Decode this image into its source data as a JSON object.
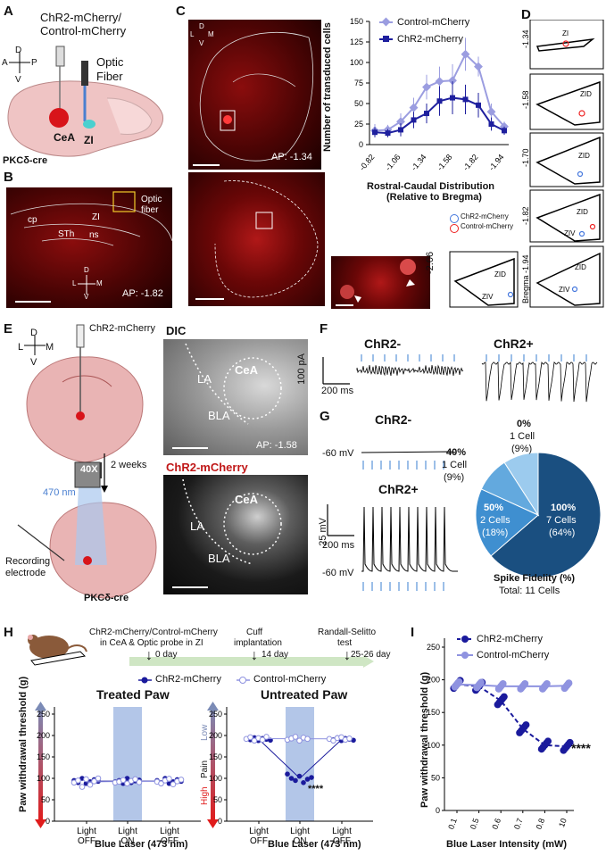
{
  "panels": {
    "A": "A",
    "B": "B",
    "C": "C",
    "D": "D",
    "E": "E",
    "F": "F",
    "G": "G",
    "H": "H",
    "I": "I"
  },
  "panelA": {
    "title1": "ChR2-mCherry/",
    "title2": "Control-mCherry",
    "optic1": "Optic",
    "optic2": "Fiber",
    "cea": "CeA",
    "zi": "ZI",
    "mouse": "PKCδ-cre",
    "compass": {
      "up": "D",
      "down": "V",
      "left": "A",
      "right": "P"
    }
  },
  "panelB": {
    "labels": {
      "cp": "cp",
      "zi": "ZI",
      "stn": "STh",
      "ns": "ns"
    },
    "optic1": "Optic",
    "optic2": "fiber",
    "ap": "AP: -1.82",
    "compass": {
      "up": "D",
      "down": "V",
      "left": "L",
      "right": "M"
    }
  },
  "panelC": {
    "ap": "AP: -1.34",
    "compass": {
      "up": "D",
      "down": "V",
      "left": "L",
      "right": "M"
    },
    "d_legend_chr2": "ChR2-mCherry",
    "d_legend_ctrl": "Control-mCherry"
  },
  "chart_data": [
    {
      "type": "line",
      "ylabel": "Number of transduced cells",
      "xlabel1": "Rostral-Caudal Distribution",
      "xlabel2": "(Relative to Bregma)",
      "xticks": [
        "-0.82",
        "-1.06",
        "-1.34",
        "-1.58",
        "-1.82",
        "-1.94"
      ],
      "yticks": [
        "0",
        "25",
        "50",
        "75",
        "100",
        "125",
        "150"
      ],
      "ylim": [
        0,
        150
      ],
      "x": [
        1,
        2,
        3,
        4,
        5,
        6,
        7,
        8,
        9,
        10,
        11
      ],
      "series": [
        {
          "name": "Control-mCherry",
          "values": [
            17,
            18,
            28,
            45,
            70,
            77,
            78,
            110,
            95,
            40,
            22
          ],
          "err": [
            8,
            6,
            10,
            12,
            15,
            18,
            20,
            20,
            12,
            10,
            6
          ],
          "color": "#9b9de0"
        },
        {
          "name": "ChR2-mCherry",
          "values": [
            15,
            14,
            18,
            30,
            38,
            53,
            57,
            55,
            48,
            25,
            17
          ],
          "err": [
            6,
            5,
            8,
            10,
            12,
            18,
            20,
            18,
            15,
            8,
            5
          ],
          "color": "#1e1f9e"
        }
      ]
    },
    {
      "type": "scatter",
      "title": "Treated Paw",
      "ylabel": "Paw withdrawal threshold (g)",
      "xlabel": "Blue Laser (473 nm)",
      "categories": [
        "Light OFF",
        "Light ON",
        "Light OFF"
      ],
      "yticks": [
        "0",
        "50",
        "100",
        "150",
        "200",
        "250"
      ],
      "ylim": [
        0,
        250
      ],
      "series": [
        {
          "name": "ChR2-mCherry",
          "values": [
            [
              95,
              90,
              100,
              88,
              92,
              97,
              93
            ],
            [
              92,
              95,
              88,
              100,
              90,
              94,
              96
            ],
            [
              95,
              90,
              100,
              88,
              92,
              97,
              93
            ]
          ]
        },
        {
          "name": "Control-mCherry",
          "values": [
            [
              90,
              95,
              80,
              98,
              85,
              93,
              100
            ],
            [
              90,
              92,
              96,
              88,
              94,
              98,
              91
            ],
            [
              92,
              88,
              95,
              99,
              86,
              93,
              97
            ]
          ]
        }
      ]
    },
    {
      "type": "scatter",
      "title": "Untreated Paw",
      "ylabel": "Paw withdrawal threshold (g)",
      "xlabel": "Blue Laser (473 nm)",
      "categories": [
        "Light OFF",
        "Light ON",
        "Light OFF"
      ],
      "yticks": [
        "0",
        "50",
        "100",
        "150",
        "200",
        "250"
      ],
      "ylim": [
        0,
        250
      ],
      "pain_low": "Low",
      "pain_mid": "Pain",
      "pain_high": "High",
      "stars": "****",
      "series": [
        {
          "name": "ChR2-mCherry",
          "values": [
            [
              192,
              190,
              195,
              188,
              193,
              191,
              189
            ],
            [
              110,
              100,
              95,
              105,
              90,
              98,
              102
            ],
            [
              192,
              190,
              195,
              188,
              193,
              191,
              189
            ]
          ]
        },
        {
          "name": "Control-mCherry",
          "values": [
            [
              192,
              196,
              188,
              194,
              190,
              197
            ],
            [
              190,
              193,
              197,
              188,
              195,
              192
            ],
            [
              192,
              188,
              194,
              196,
              190,
              193
            ]
          ]
        }
      ]
    },
    {
      "type": "line",
      "ylabel": "Paw withdrawal threshold (g)",
      "xlabel": "Blue Laser Intensity (mW)",
      "categories": [
        "0.1",
        "0.5",
        "0.6",
        "0.7",
        "0.8",
        "10"
      ],
      "yticks": [
        "0",
        "50",
        "100",
        "150",
        "200",
        "250"
      ],
      "ylim": [
        0,
        250
      ],
      "stars": "****",
      "series": [
        {
          "name": "ChR2-mCherry",
          "values": [
            193,
            190,
            168,
            125,
            100,
            98
          ],
          "style": "dashed",
          "color": "#1a1a9c"
        },
        {
          "name": "Control-mCherry",
          "values": [
            193,
            192,
            190,
            190,
            190,
            191
          ],
          "style": "solid",
          "color": "#8f93e0"
        }
      ]
    },
    {
      "type": "pie",
      "title": "Spike Fidelity (%)",
      "subtitle": "Total: 11 Cells",
      "slices": [
        {
          "label": "100%",
          "sub": "7 Cells",
          "pct": "(64%)",
          "value": 7,
          "color": "#1a4f80"
        },
        {
          "label": "50%",
          "sub": "2 Cells",
          "pct": "(18%)",
          "value": 2,
          "color": "#3f8fd0"
        },
        {
          "label": "40%",
          "sub": "1 Cell",
          "pct": "(9%)",
          "value": 1,
          "color": "#63a9de"
        },
        {
          "label": "0%",
          "sub": "1 Cell",
          "pct": "(9%)",
          "value": 1,
          "color": "#9ccbee"
        }
      ]
    }
  ],
  "panelE": {
    "virus": "ChR2-mCherry",
    "weeks": "2 weeks",
    "obj": "40X",
    "wl": "470 nm",
    "rec1": "Recording",
    "rec2": "electrode",
    "mouse": "PKCδ-cre",
    "dic": "DIC",
    "la": "LA",
    "cea": "CeA",
    "bla": "BLA",
    "ap": "AP: -1.58",
    "chr2": "ChR2-mCherry",
    "la2": "LA",
    "cea2": "CeA",
    "bla2": "BLA",
    "compass": {
      "up": "D",
      "down": "V",
      "left": "L",
      "right": "M"
    }
  },
  "panelF": {
    "neg": "ChR2-",
    "pos": "ChR2+",
    "scale_y": "100 pA",
    "scale_x": "200 ms"
  },
  "panelG": {
    "neg": "ChR2-",
    "pos": "ChR2+",
    "mv1": "-60 mV",
    "mv2": "-60 mV",
    "scale_y": "25 mV",
    "scale_x": "200 ms"
  },
  "panelH": {
    "timeline": {
      "t1_line1": "ChR2-mCherry/Control-mCherry",
      "t1_line2": "in CeA & Optic probe in ZI",
      "t1_day": "0 day",
      "t2_line1": "Cuff",
      "t2_line2": "implantation",
      "t2_day": "14 day",
      "t3_line1": "Randall-Selitto",
      "t3_line2": "test",
      "t3_day": "25-26 day"
    },
    "legend_chr2": "ChR2-mCherry",
    "legend_ctrl": "Control-mCherry"
  }
}
